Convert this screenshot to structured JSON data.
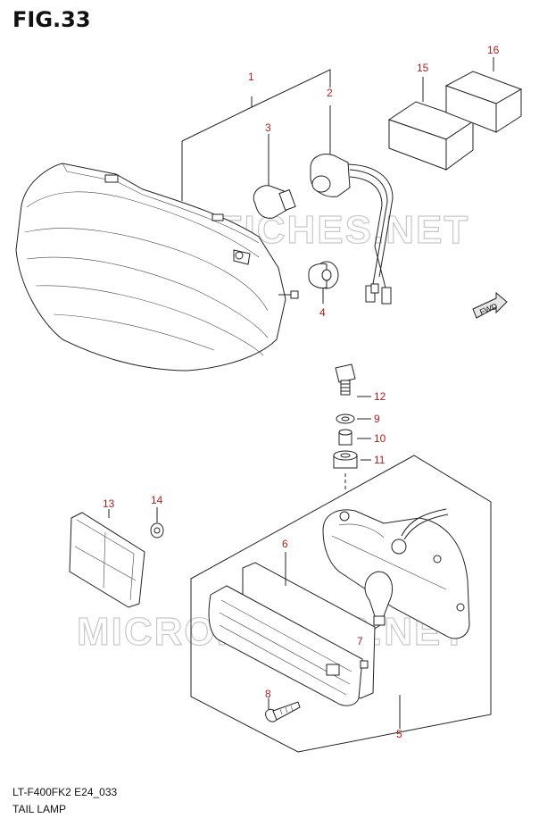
{
  "figure": {
    "title": "FIG.33",
    "model_code": "LT-F400FK2 E24_033",
    "caption": "TAIL LAMP"
  },
  "watermark": "MICROFICHES.NET",
  "direction_tag": "FWD",
  "callouts": {
    "c1": "1",
    "c2": "2",
    "c3": "3",
    "c4": "4",
    "c5": "5",
    "c6": "6",
    "c7": "7",
    "c8": "8",
    "c9": "9",
    "c10": "10",
    "c11": "11",
    "c12": "12",
    "c13": "13",
    "c14": "14",
    "c15": "15",
    "c16": "16"
  },
  "colors": {
    "callout": "#b02020",
    "line": "#222222",
    "watermark": "#c8c8c8"
  }
}
